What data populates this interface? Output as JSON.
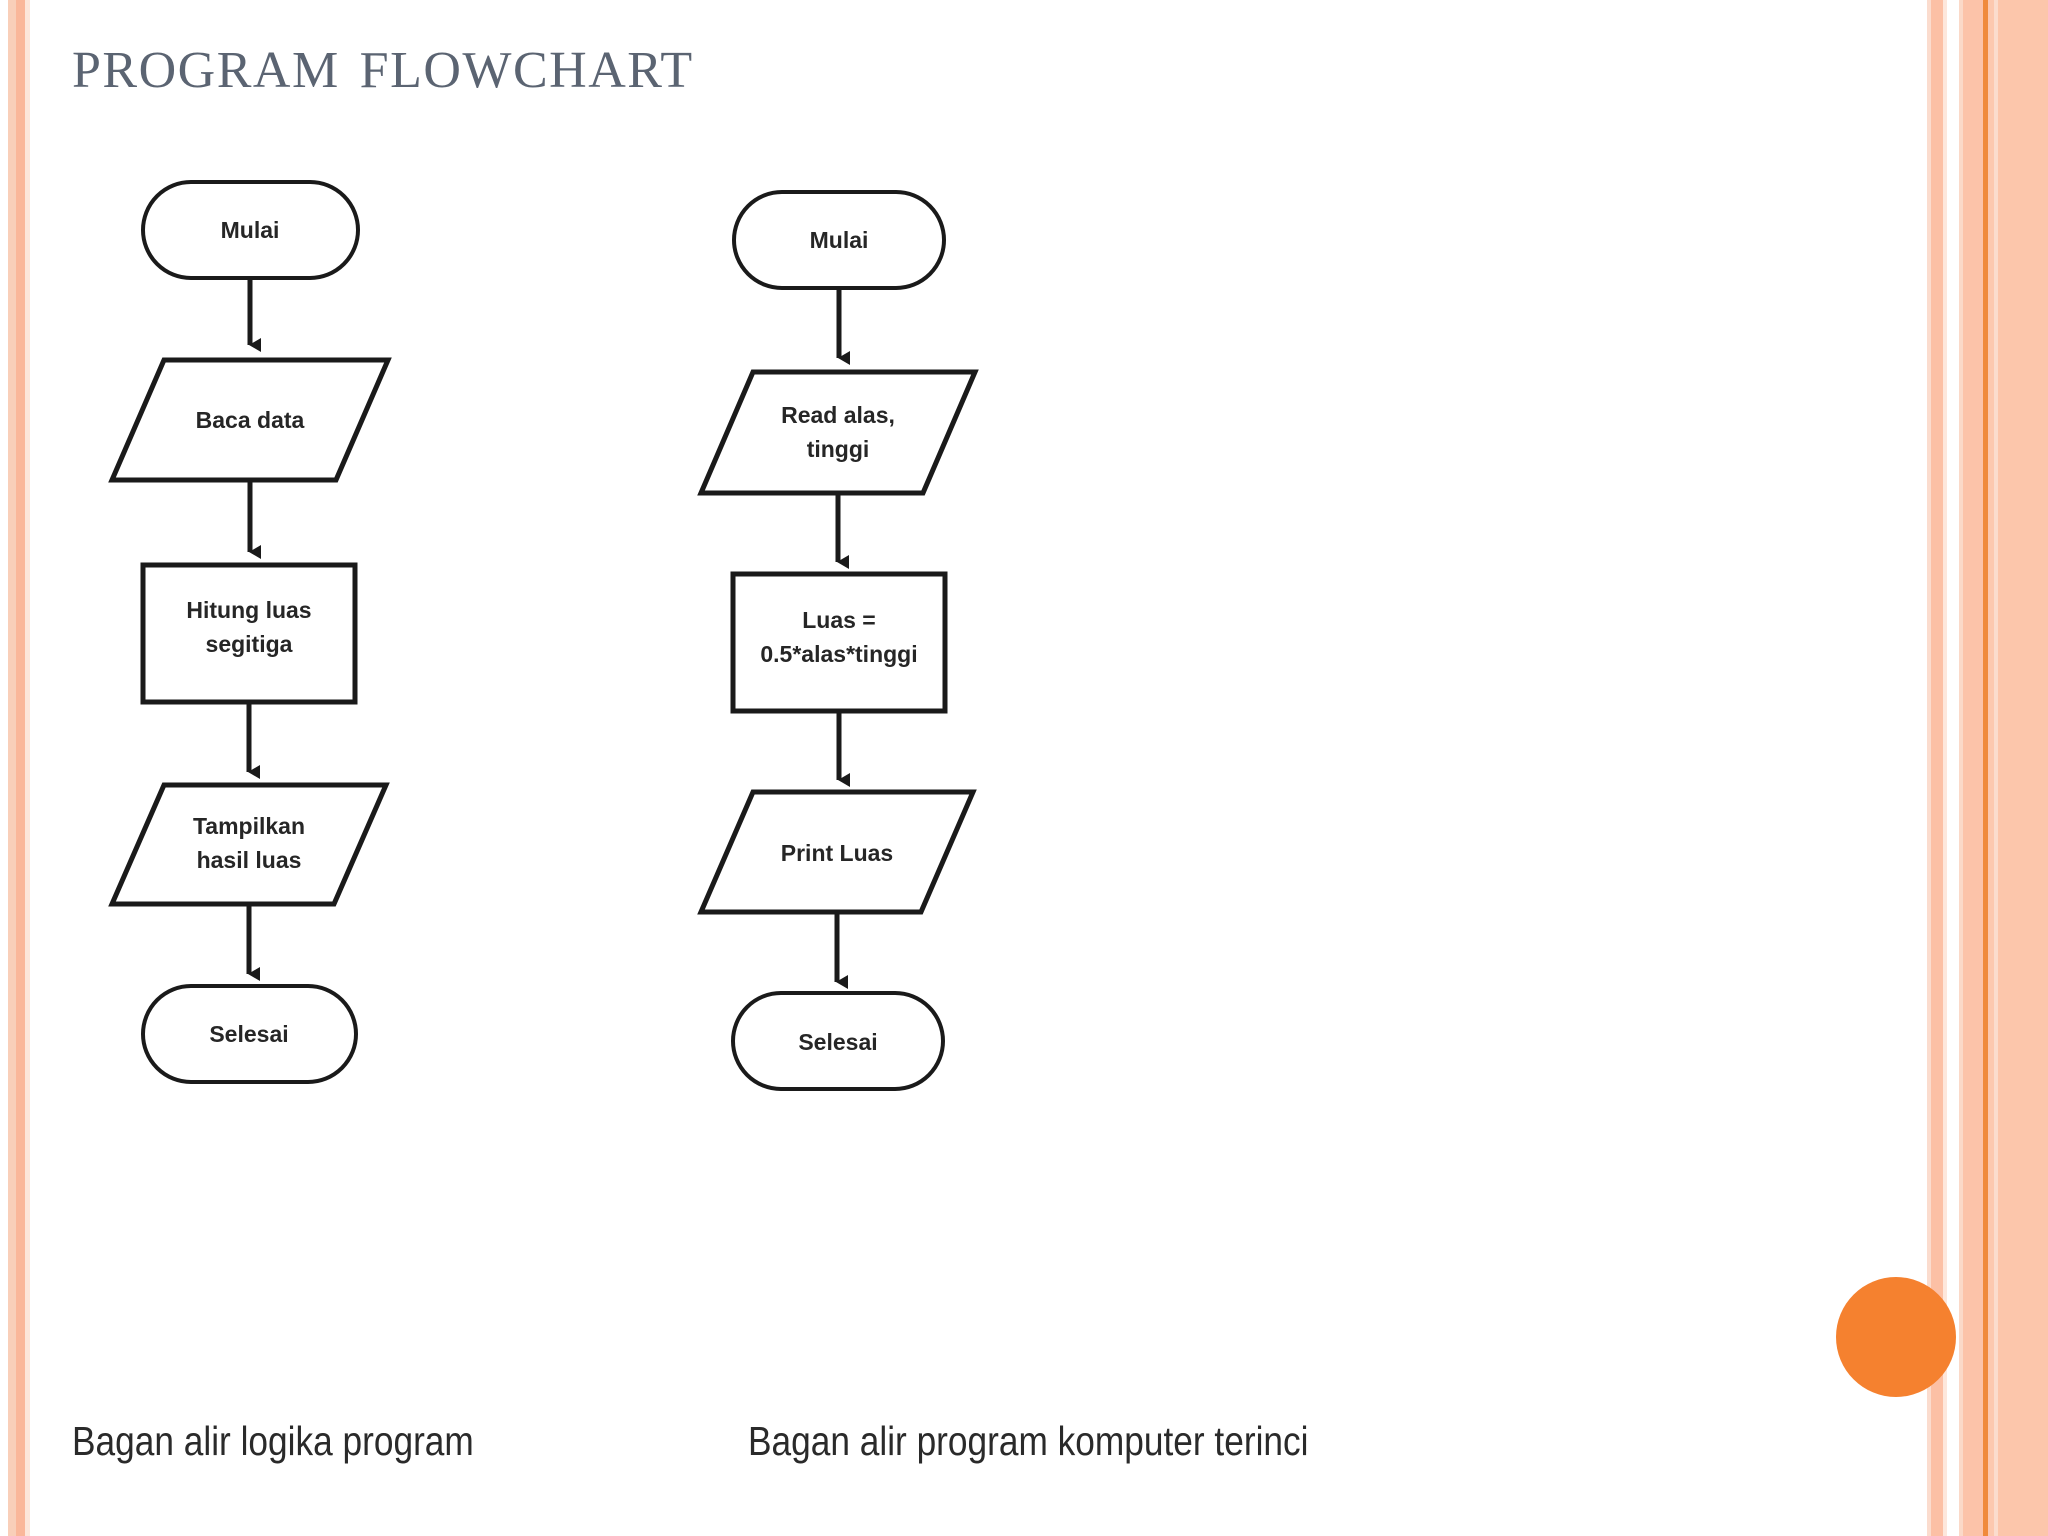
{
  "slide": {
    "title": "Program Flowchart",
    "background_color": "#ffffff",
    "title_color": "#5b6472",
    "accent_color": "#f5812f",
    "stripe_color": "#fcc3a9"
  },
  "flowcharts": [
    {
      "id": "logic-flowchart",
      "caption": "Bagan alir logika program",
      "nodes": [
        {
          "id": "start",
          "shape": "terminator",
          "label": "Mulai"
        },
        {
          "id": "input",
          "shape": "parallelogram",
          "label": "Baca data"
        },
        {
          "id": "process",
          "shape": "rectangle",
          "label_line1": "Hitung luas",
          "label_line2": "segitiga"
        },
        {
          "id": "output",
          "shape": "parallelogram",
          "label_line1": "Tampilkan",
          "label_line2": "hasil luas"
        },
        {
          "id": "end",
          "shape": "terminator",
          "label": "Selesai"
        }
      ],
      "connectors": 4
    },
    {
      "id": "detailed-flowchart",
      "caption": "Bagan alir program komputer terinci",
      "nodes": [
        {
          "id": "start",
          "shape": "terminator",
          "label": "Mulai"
        },
        {
          "id": "input",
          "shape": "parallelogram",
          "label_line1": "Read alas,",
          "label_line2": "tinggi"
        },
        {
          "id": "process",
          "shape": "rectangle",
          "label_line1": "Luas =",
          "label_line2": "0.5*alas*tinggi"
        },
        {
          "id": "output",
          "shape": "parallelogram",
          "label": "Print Luas"
        },
        {
          "id": "end",
          "shape": "terminator",
          "label": "Selesai"
        }
      ],
      "connectors": 4
    }
  ]
}
